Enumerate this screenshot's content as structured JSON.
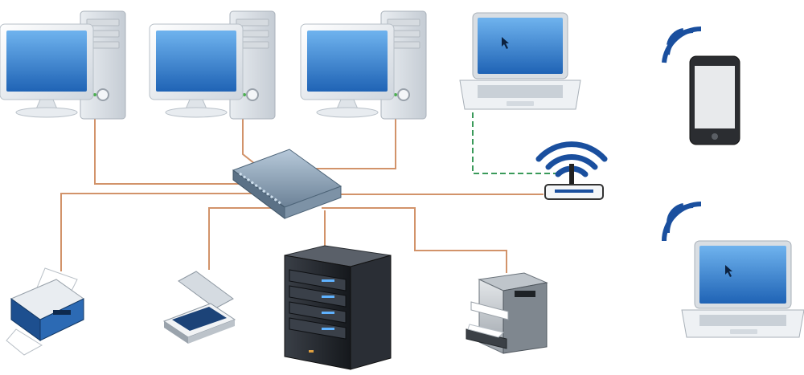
{
  "diagram": {
    "cable_color": "#d2936a",
    "wireless_link_color": "#3a9a5a",
    "wifi_color": "#1a4f9e",
    "screen_color": "#2f78c9",
    "nodes": [
      {
        "id": "desktop-1",
        "kind": "desktop-computer-icon",
        "label": ""
      },
      {
        "id": "desktop-2",
        "kind": "desktop-computer-icon",
        "label": ""
      },
      {
        "id": "desktop-3",
        "kind": "desktop-computer-icon",
        "label": ""
      },
      {
        "id": "laptop-wired",
        "kind": "laptop-icon",
        "label": ""
      },
      {
        "id": "network-switch",
        "kind": "network-switch-icon",
        "label": ""
      },
      {
        "id": "wireless-router",
        "kind": "wireless-router-icon",
        "label": ""
      },
      {
        "id": "smartphone",
        "kind": "smartphone-icon",
        "label": ""
      },
      {
        "id": "laptop-wireless",
        "kind": "laptop-icon",
        "label": ""
      },
      {
        "id": "printer",
        "kind": "printer-icon",
        "label": ""
      },
      {
        "id": "scanner",
        "kind": "flatbed-scanner-icon",
        "label": ""
      },
      {
        "id": "server",
        "kind": "server-tower-icon",
        "label": ""
      },
      {
        "id": "multifunction-printer",
        "kind": "multifunction-printer-icon",
        "label": ""
      }
    ],
    "links": [
      {
        "from": "desktop-1",
        "to": "network-switch",
        "medium": "wired"
      },
      {
        "from": "desktop-2",
        "to": "network-switch",
        "medium": "wired"
      },
      {
        "from": "desktop-3",
        "to": "network-switch",
        "medium": "wired"
      },
      {
        "from": "printer",
        "to": "network-switch",
        "medium": "wired"
      },
      {
        "from": "scanner",
        "to": "network-switch",
        "medium": "wired"
      },
      {
        "from": "server",
        "to": "network-switch",
        "medium": "wired"
      },
      {
        "from": "multifunction-printer",
        "to": "network-switch",
        "medium": "wired"
      },
      {
        "from": "network-switch",
        "to": "wireless-router",
        "medium": "wired"
      },
      {
        "from": "laptop-wired",
        "to": "wireless-router",
        "medium": "wireless"
      },
      {
        "from": "smartphone",
        "to": "wireless-router",
        "medium": "wireless"
      },
      {
        "from": "laptop-wireless",
        "to": "wireless-router",
        "medium": "wireless"
      }
    ]
  }
}
